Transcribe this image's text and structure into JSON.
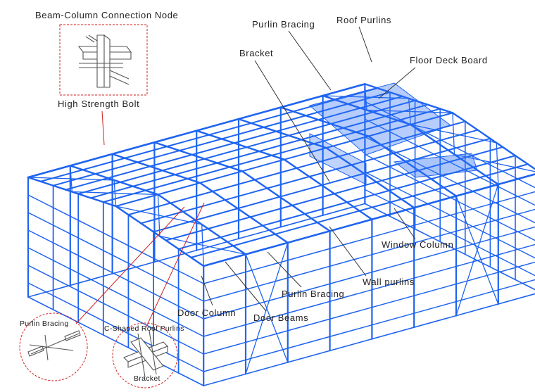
{
  "labels": {
    "beam_column_node": "Beam-Column Connection Node",
    "high_strength_bolt": "High Strength Bolt",
    "purlin_bracing_top": "Purlin Bracing",
    "roof_purlins": "Roof Purlins",
    "bracket": "Bracket",
    "floor_deck_board": "Floor Deck Board",
    "window_column": "Window Column",
    "wall_purlins": "Wall purlins",
    "purlin_bracing_mid": "Purlin Bracing",
    "door_column": "Door Column",
    "door_beams": "Door Beams",
    "detail_purlin_bracing": "Purlin Bracing",
    "detail_c_shaped": "C-Shaped Roof Purlins",
    "detail_bracket": "Bracket"
  },
  "colors": {
    "steel": "#1e64f0",
    "callout": "#d02020",
    "leader": "#333333",
    "text": "#222222"
  }
}
